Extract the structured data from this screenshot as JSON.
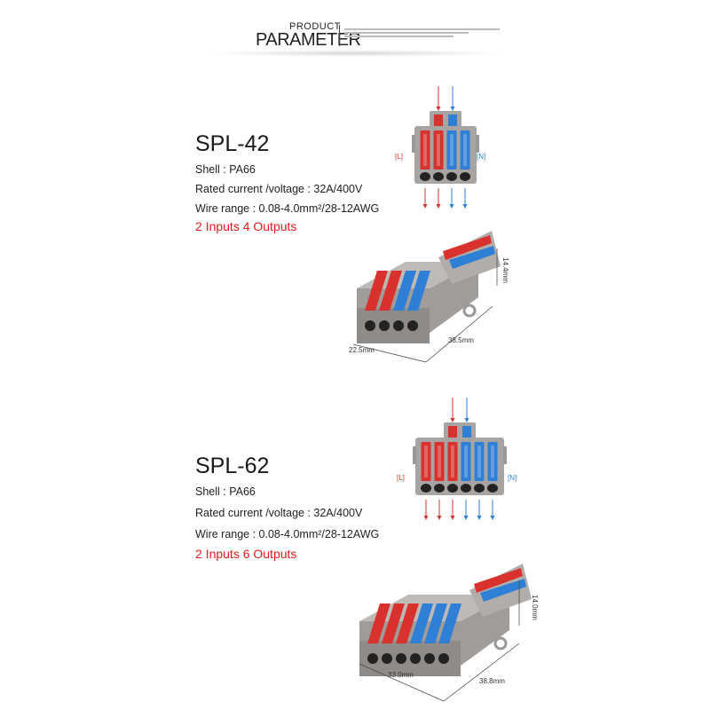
{
  "header": {
    "small": "PRODUCT",
    "title": "PARAMETER"
  },
  "products": [
    {
      "model": "SPL-42",
      "shell": "Shell : PA66",
      "rating": "Rated current /voltage : 32A/400V",
      "wire": "Wire range : 0.08-4.0mm²/28-12AWG",
      "io": "2 Inputs 4 Outputs",
      "live_label": "[L]",
      "neutral_label": "[N]",
      "height": "14.4mm",
      "width": "22.5mm",
      "length": "38.5mm",
      "outputs": 4
    },
    {
      "model": "SPL-62",
      "shell": "Shell : PA66",
      "rating": "Rated current /voltage : 32A/400V",
      "wire": "Wire range : 0.08-4.0mm²/28-12AWG",
      "io": "2 Inputs 6 Outputs",
      "live_label": "[L]",
      "neutral_label": "[N]",
      "height": "14.0mm",
      "width": "33.0mm",
      "length": "38.8mm",
      "outputs": 6
    }
  ],
  "colors": {
    "red": "#d9322e",
    "blue": "#2f7fd6",
    "gray": "#a7a4a2",
    "accent": "#e21b1b"
  }
}
